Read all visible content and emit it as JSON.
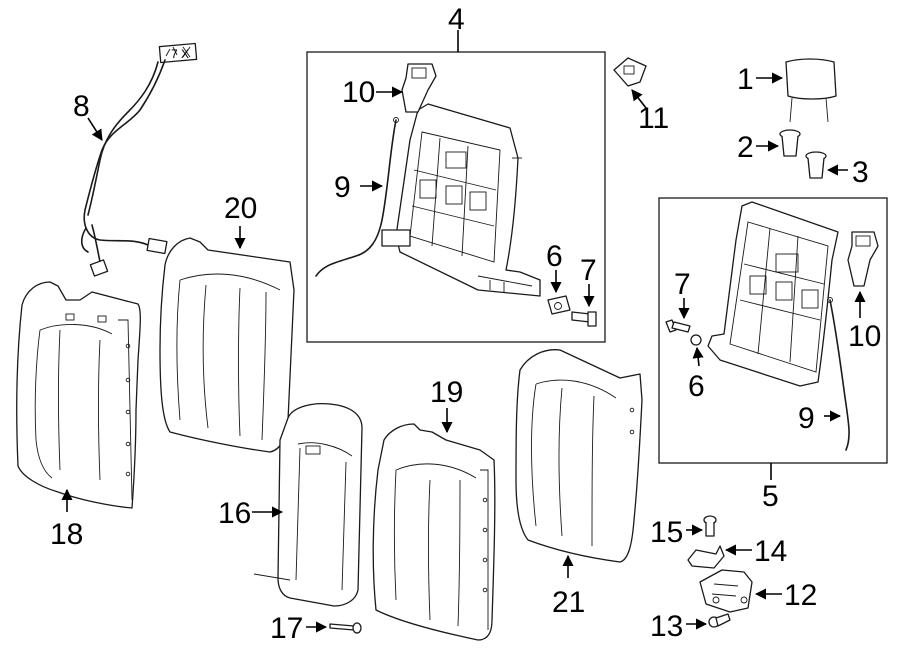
{
  "callouts": {
    "c1": "1",
    "c2": "2",
    "c3": "3",
    "c4": "4",
    "c5": "5",
    "c6a": "6",
    "c6b": "6",
    "c7a": "7",
    "c7b": "7",
    "c8": "8",
    "c9a": "9",
    "c9b": "9",
    "c10a": "10",
    "c10b": "10",
    "c11": "11",
    "c12": "12",
    "c13": "13",
    "c14": "14",
    "c15": "15",
    "c16": "16",
    "c17": "17",
    "c18": "18",
    "c19": "19",
    "c20": "20",
    "c21": "21"
  },
  "connector_label": "7 X"
}
